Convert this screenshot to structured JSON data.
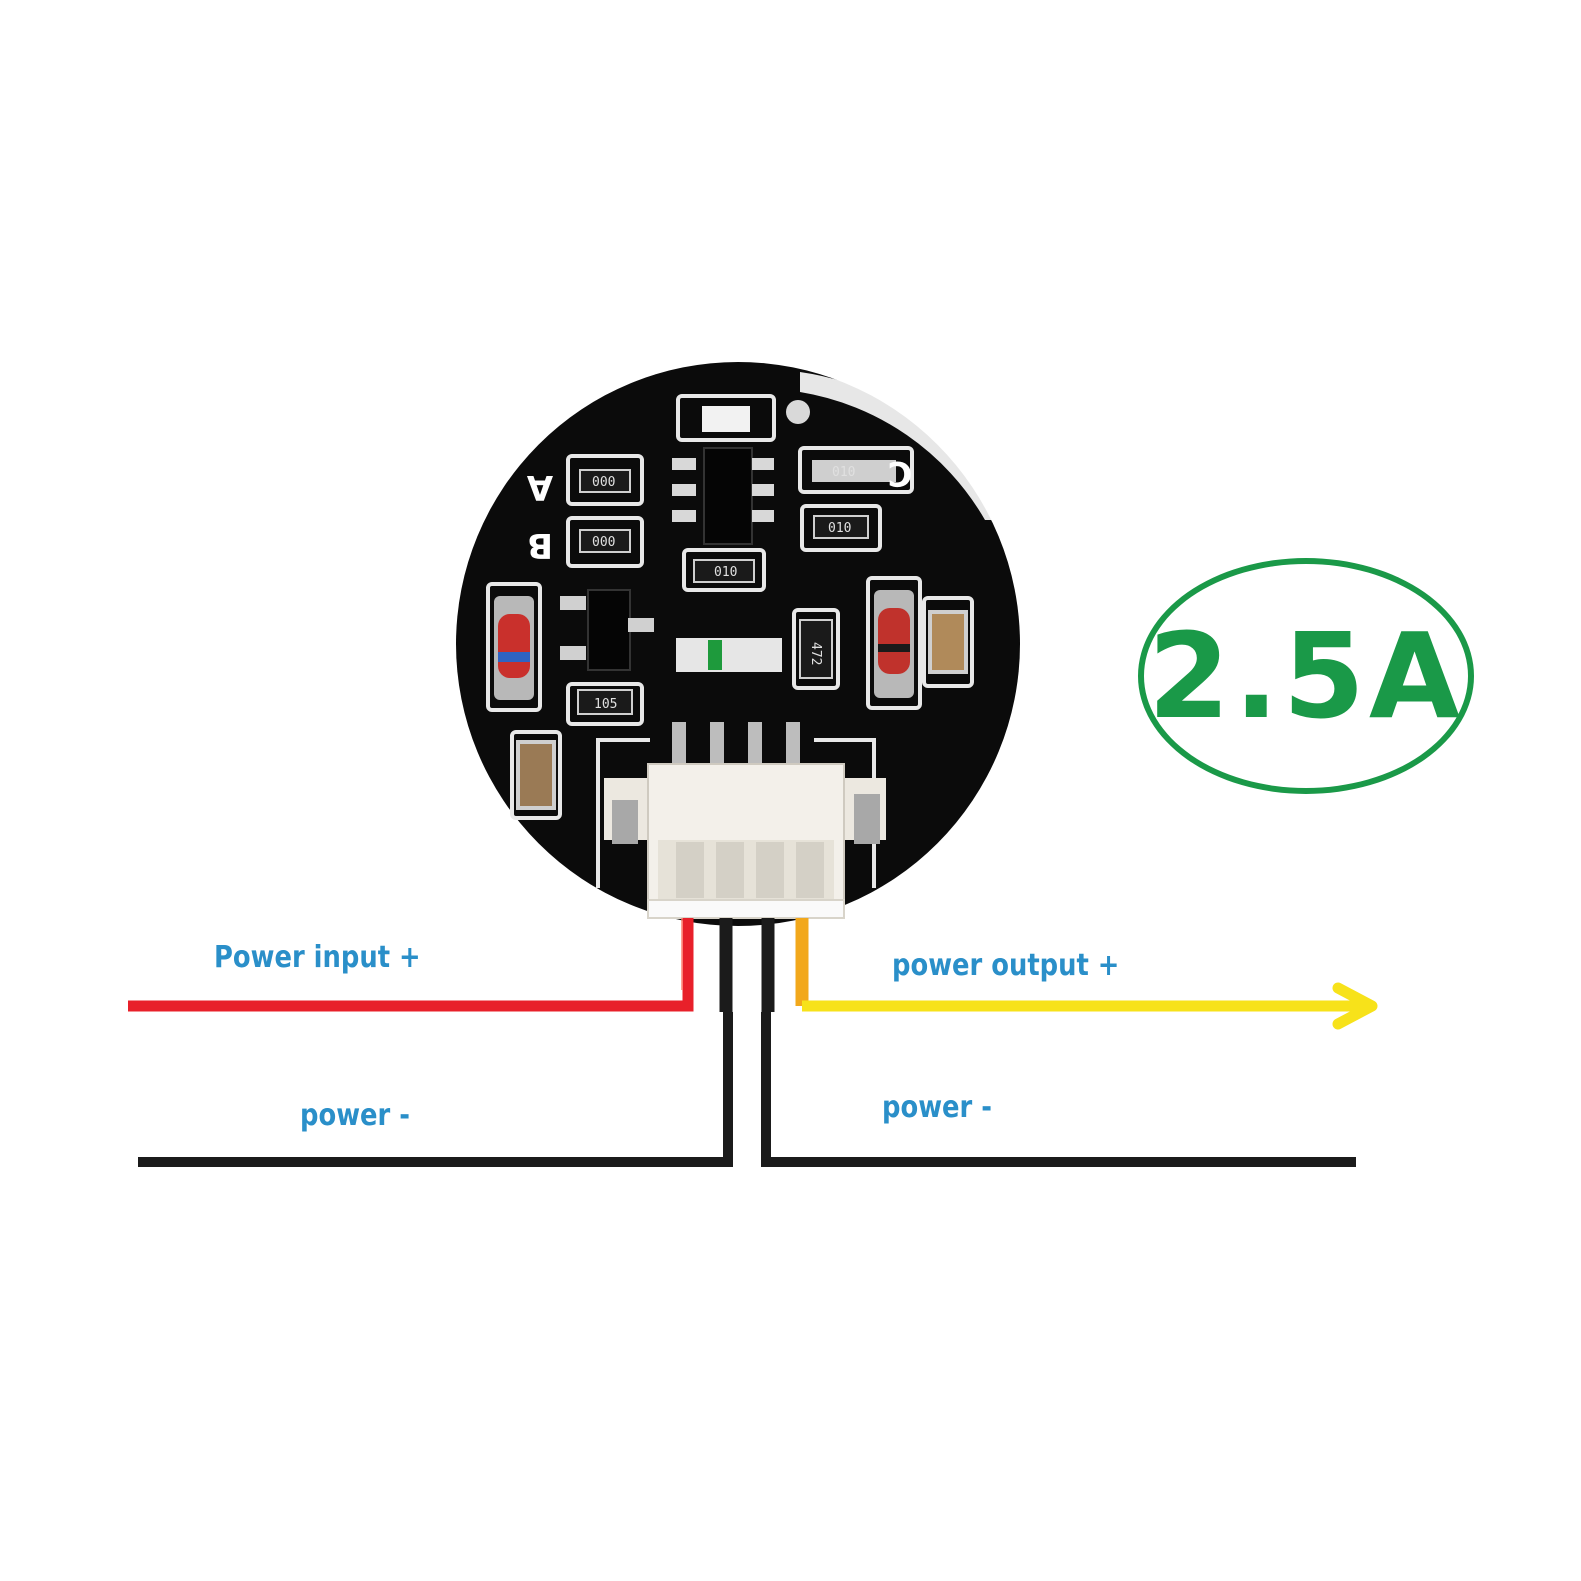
{
  "labels": {
    "power_input": "Power input +",
    "power_output": "power output +",
    "power_neg_left": "power -",
    "power_neg_right": "power -"
  },
  "rating": {
    "text": "2.5A"
  },
  "board": {
    "silkscreen": [
      "A",
      "B",
      "C"
    ],
    "component_marks": [
      "000",
      "000",
      "010",
      "010",
      "010",
      "472",
      "105"
    ]
  },
  "colors": {
    "label_blue": "#2a8fc9",
    "rating_green": "#1a9948",
    "wire_red": "#e8202a",
    "wire_yellow": "#f7e21a",
    "wire_orange": "#f2a81c",
    "wire_black": "#1b1b1b",
    "pcb": "#0b0b0b"
  },
  "icons": [
    "pcb-board",
    "connector-4pin",
    "arrow-right"
  ]
}
